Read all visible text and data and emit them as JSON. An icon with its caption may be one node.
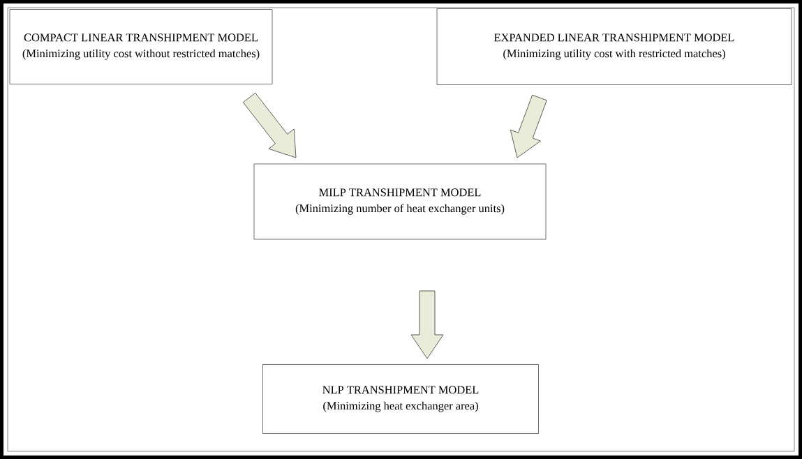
{
  "diagram": {
    "nodes": [
      {
        "text": [
          "COMPACT LINEAR TRANSHIPMENT MODEL",
          "(Minimizing utility cost without restricted matches)"
        ]
      },
      {
        "text": [
          "EXPANDED LINEAR TRANSHIPMENT MODEL",
          "(Minimizing utility cost with restricted matches)"
        ]
      },
      {
        "text": [
          "MILP TRANSHIPMENT MODEL",
          "(Minimizing number of heat exchanger units)"
        ]
      },
      {
        "text": [
          "NLP TRANSHIPMENT MODEL",
          "(Minimizing heat exchanger area)"
        ]
      }
    ],
    "edges": [
      {
        "from": 0,
        "to": 2,
        "arrow": "to"
      },
      {
        "from": 1,
        "to": 2,
        "arrow": "to"
      },
      {
        "from": 2,
        "to": 3,
        "arrow": "to"
      }
    ]
  }
}
